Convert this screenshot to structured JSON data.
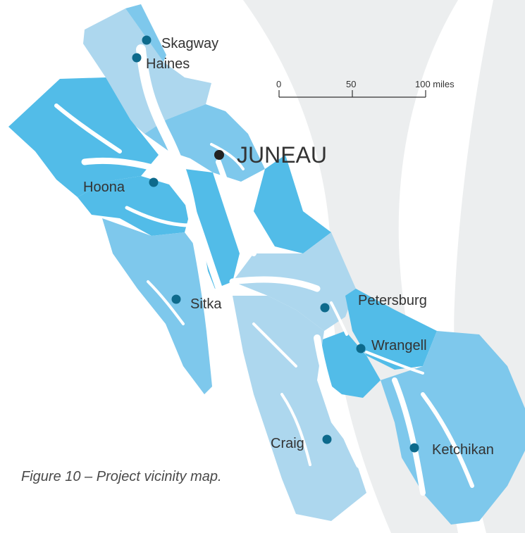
{
  "colors": {
    "band": "#eceeef",
    "light_region": "#add7ee",
    "mid_region": "#7ec8ec",
    "dark_region": "#52bce8",
    "water": "#ffffff",
    "town_marker": "#0d6a8c",
    "capital_marker": "#222222",
    "text": "#333333"
  },
  "towns": [
    {
      "name": "Skagway"
    },
    {
      "name": "Haines"
    },
    {
      "name": "JUNEAU",
      "capital": true
    },
    {
      "name": "Hoona"
    },
    {
      "name": "Sitka"
    },
    {
      "name": "Petersburg"
    },
    {
      "name": "Wrangell"
    },
    {
      "name": "Craig"
    },
    {
      "name": "Ketchikan"
    }
  ],
  "scale_bar": {
    "ticks": [
      "0",
      "50",
      "100 miles"
    ]
  },
  "caption": "Figure 10 – Project vicinity map."
}
